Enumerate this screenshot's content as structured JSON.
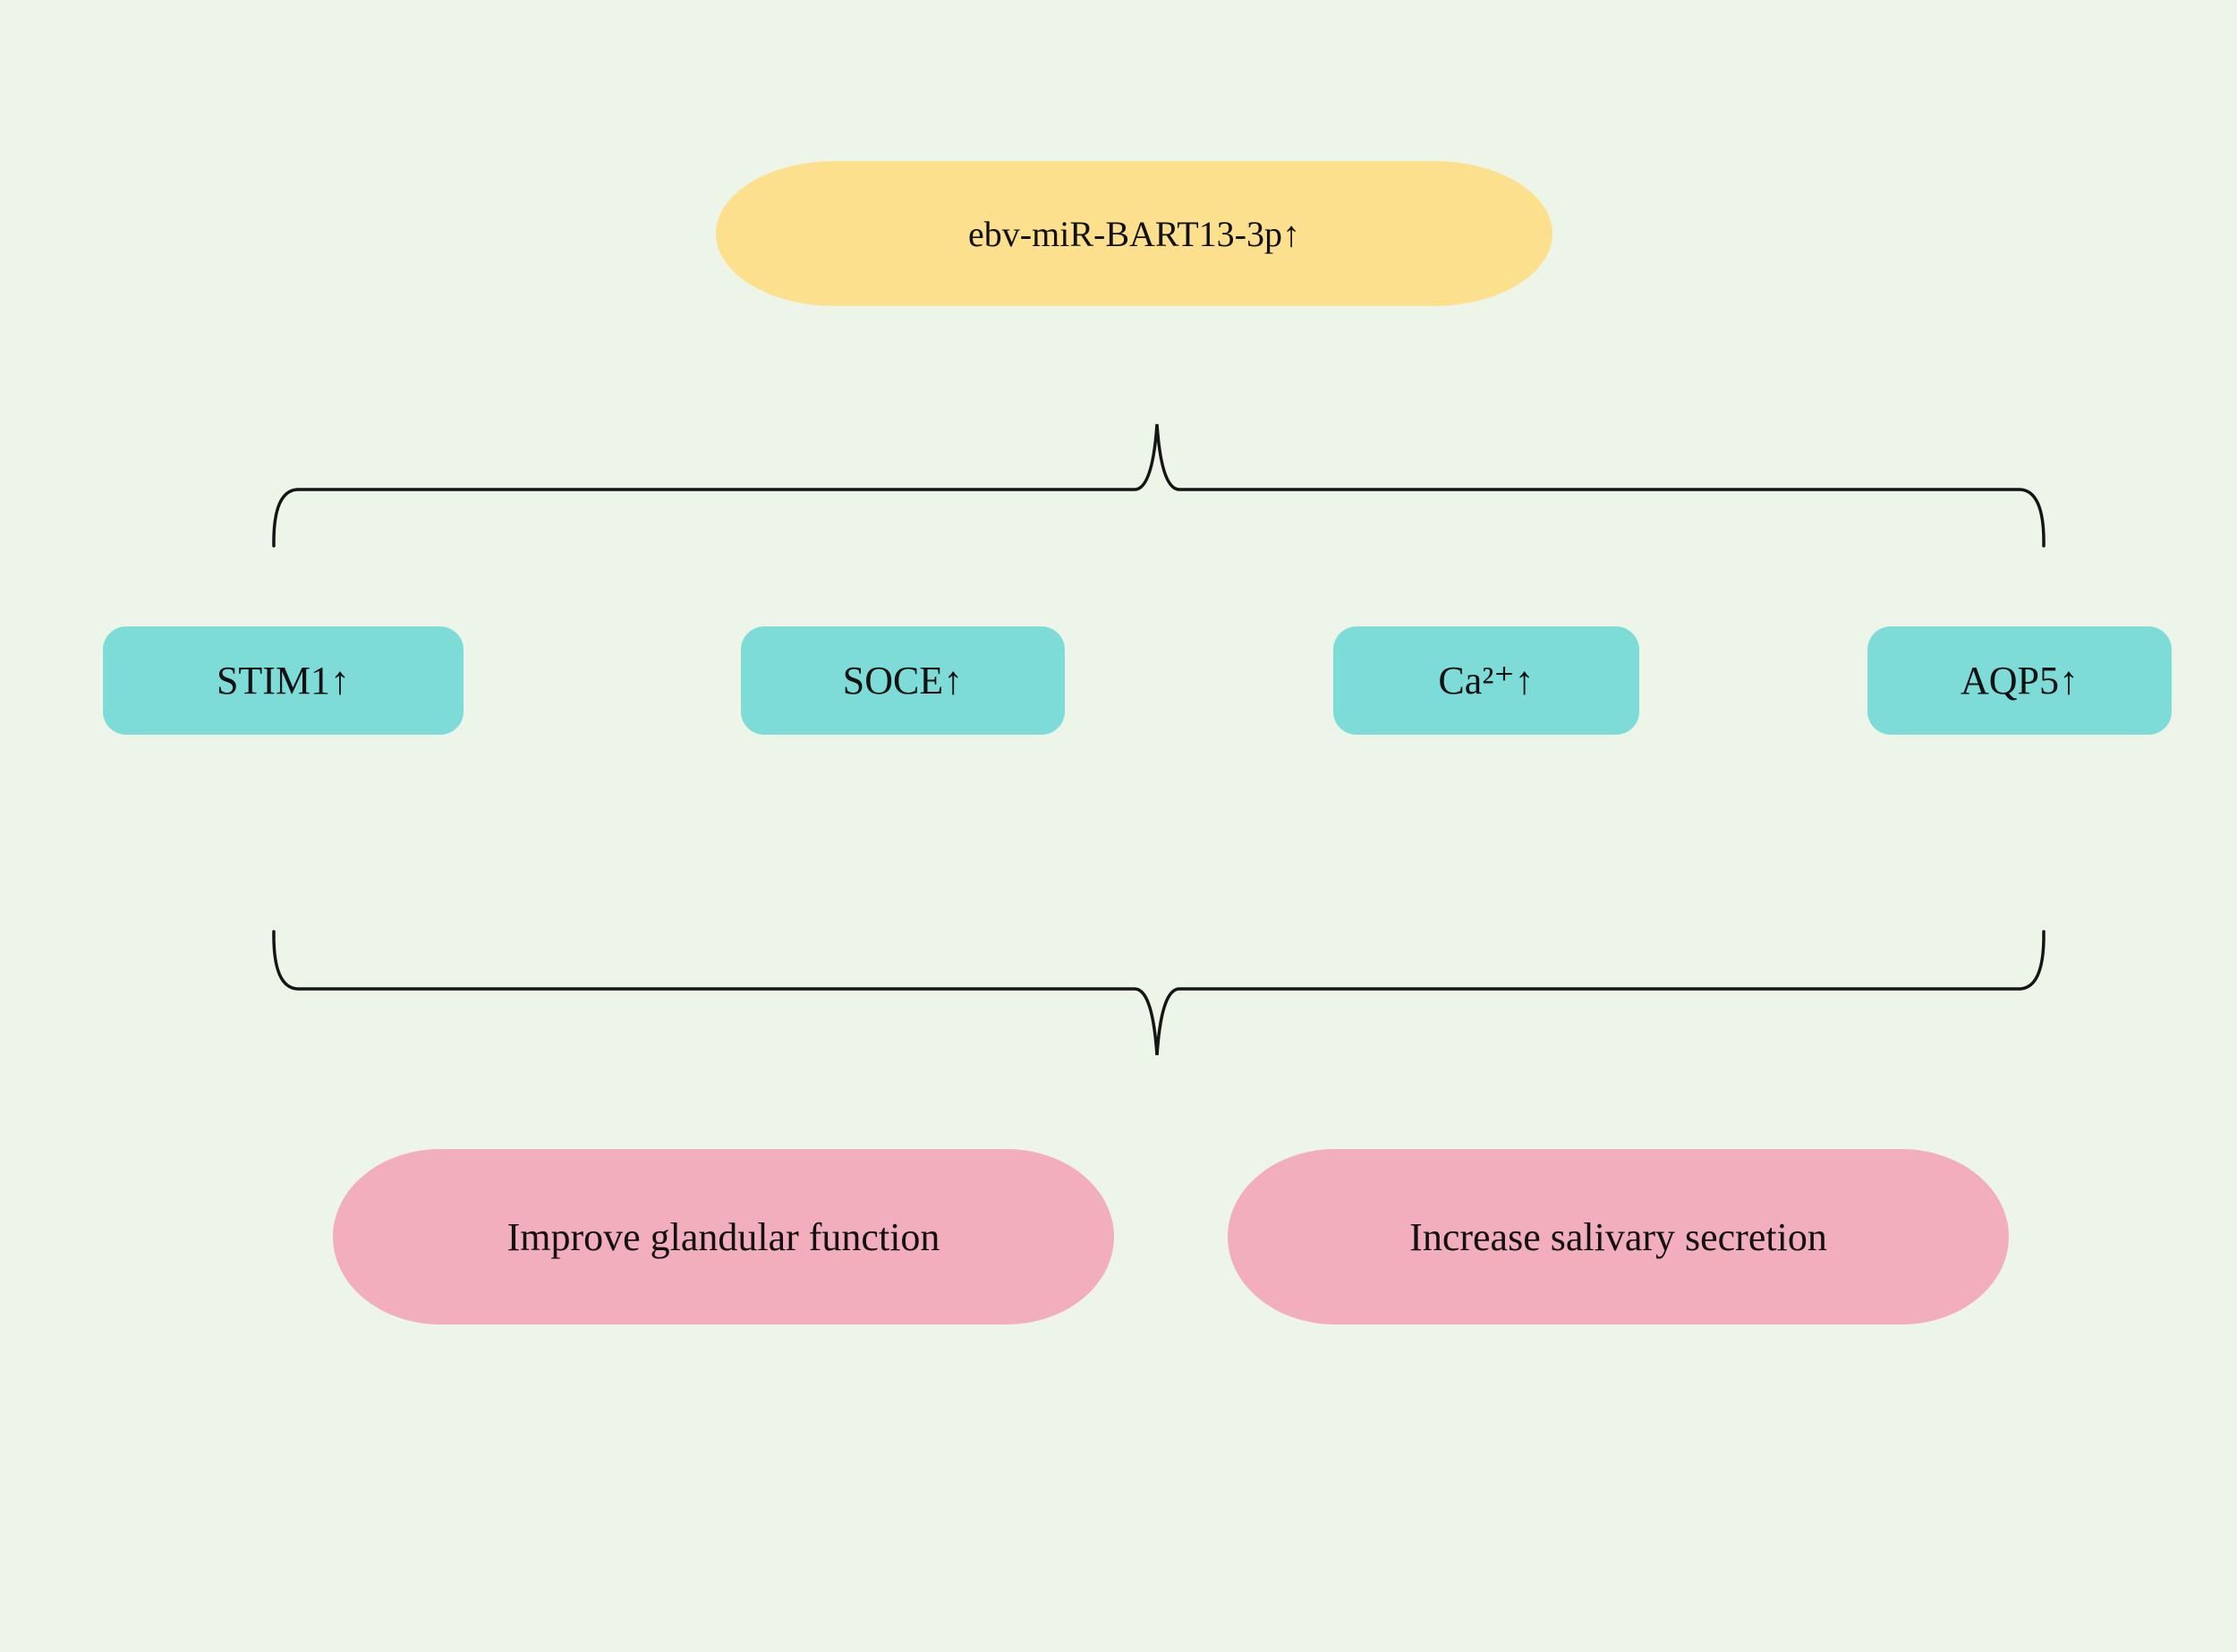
{
  "diagram": {
    "background_color": "#edf5e8",
    "line_color": "#151515",
    "root": {
      "label": "ebv-miR-BART13-3p↑",
      "color": "#fde08e"
    },
    "mediators": {
      "color": "#7ddcd8",
      "items": [
        {
          "label": "STIM1↑"
        },
        {
          "label": "SOCE↑"
        },
        {
          "label": "Ca²⁺↑"
        },
        {
          "label": "AQP5↑"
        }
      ]
    },
    "outcomes": {
      "color": "#f3aebd",
      "items": [
        {
          "label": "Improve glandular function"
        },
        {
          "label": "Increase salivary secretion"
        }
      ]
    }
  }
}
